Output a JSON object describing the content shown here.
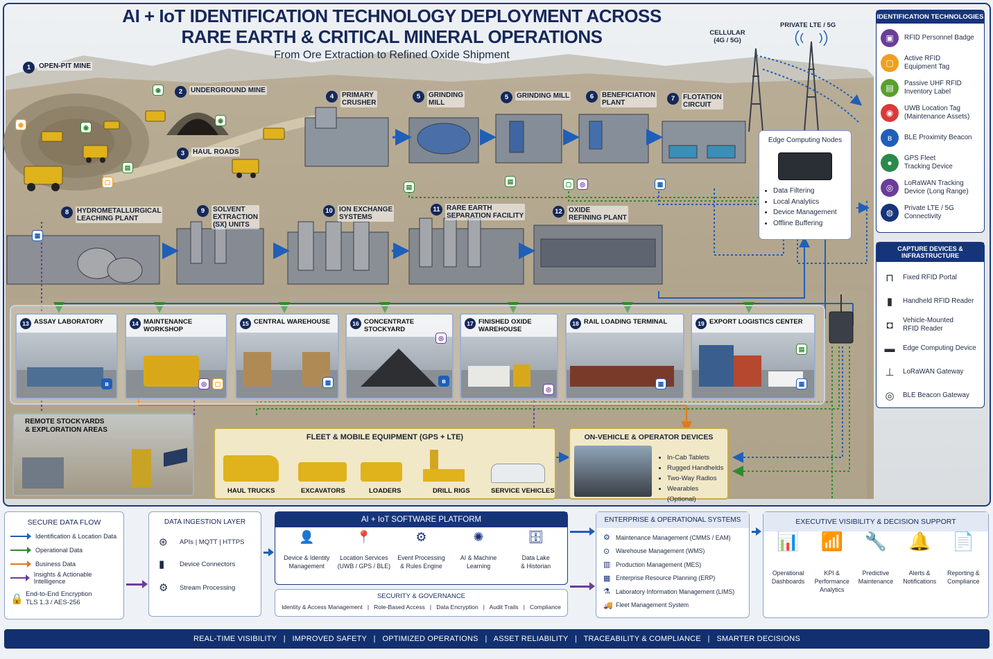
{
  "header": {
    "title_line1": "AI + IoT IDENTIFICATION TECHNOLOGY DEPLOYMENT ACROSS",
    "title_line2": "RARE EARTH & CRITICAL MINERAL OPERATIONS",
    "subtitle": "From Ore Extraction to Refined Oxide Shipment"
  },
  "connectivity": {
    "cellular_l1": "CELLULAR",
    "cellular_l2": "(4G / 5G)",
    "private": "PRIVATE LTE / 5G"
  },
  "edge": {
    "title": "Edge Computing Nodes",
    "items": [
      "Data Filtering",
      "Local Analytics",
      "Device Management",
      "Offline Buffering"
    ]
  },
  "stages": {
    "s1": {
      "num": "1",
      "l1": "OPEN-PIT MINE",
      "l2": ""
    },
    "s2": {
      "num": "2",
      "l1": "UNDERGROUND MINE",
      "l2": ""
    },
    "s3": {
      "num": "3",
      "l1": "HAUL ROADS",
      "l2": ""
    },
    "s4": {
      "num": "4",
      "l1": "PRIMARY",
      "l2": "CRUSHER"
    },
    "s5a": {
      "num": "5",
      "l1": "GRINDING",
      "l2": "MILL"
    },
    "s5b": {
      "num": "5",
      "l1": "GRINDING MILL",
      "l2": ""
    },
    "s6": {
      "num": "6",
      "l1": "BENEFICIATION",
      "l2": "PLANT"
    },
    "s7": {
      "num": "7",
      "l1": "FLOTATION",
      "l2": "CIRCUIT"
    },
    "s8": {
      "num": "8",
      "l1": "HYDROMETALLURGICAL",
      "l2": "LEACHING PLANT"
    },
    "s9": {
      "num": "9",
      "l1": "SOLVENT",
      "l2": "EXTRACTION",
      "l3": "(SX) UNITS"
    },
    "s10": {
      "num": "10",
      "l1": "ION EXCHANGE",
      "l2": "SYSTEMS"
    },
    "s11": {
      "num": "11",
      "l1": "RARE EARTH",
      "l2": "SEPARATION FACILITY"
    },
    "s12": {
      "num": "12",
      "l1": "OXIDE",
      "l2": "REFINING PLANT"
    }
  },
  "facilities": [
    {
      "num": "13",
      "l1": "ASSAY LABORATORY",
      "l2": ""
    },
    {
      "num": "14",
      "l1": "MAINTENANCE WORKSHOP",
      "l2": ""
    },
    {
      "num": "15",
      "l1": "CENTRAL WAREHOUSE",
      "l2": ""
    },
    {
      "num": "16",
      "l1": "CONCENTRATE",
      "l2": "STOCKYARD"
    },
    {
      "num": "17",
      "l1": "FINISHED OXIDE",
      "l2": "WAREHOUSE"
    },
    {
      "num": "18",
      "l1": "RAIL LOADING TERMINAL",
      "l2": ""
    },
    {
      "num": "19",
      "l1": "EXPORT LOGISTICS CENTER",
      "l2": ""
    }
  ],
  "remote": {
    "l1": "REMOTE STOCKYARDS",
    "l2": "& EXPLORATION AREAS"
  },
  "fleet": {
    "title": "FLEET & MOBILE EQUIPMENT (GPS + LTE)",
    "items": [
      "HAUL TRUCKS",
      "EXCAVATORS",
      "LOADERS",
      "DRILL RIGS",
      "SERVICE VEHICLES"
    ]
  },
  "onvehicle": {
    "title": "ON-VEHICLE & OPERATOR DEVICES",
    "items": [
      "In-Cab Tablets",
      "Rugged Handhelds",
      "Two-Way Radios",
      "Wearables (Optional)"
    ]
  },
  "id_tech": {
    "title": "IDENTIFICATION TECHNOLOGIES",
    "items": [
      {
        "l1": "RFID Personnel Badge",
        "l2": "",
        "color": "#6a3d9a",
        "glyph": "▣"
      },
      {
        "l1": "Active RFID",
        "l2": "Equipment Tag",
        "color": "#f0a020",
        "glyph": "▢"
      },
      {
        "l1": "Passive UHF RFID",
        "l2": "Inventory Label",
        "color": "#5aa02c",
        "glyph": "▤"
      },
      {
        "l1": "UWB Location Tag",
        "l2": "(Maintenance Assets)",
        "color": "#d93a3a",
        "glyph": "◉"
      },
      {
        "l1": "BLE Proximity Beacon",
        "l2": "",
        "color": "#1f5fb8",
        "glyph": "ʙ"
      },
      {
        "l1": "GPS Fleet",
        "l2": "Tracking Device",
        "color": "#2a8a4a",
        "glyph": "●"
      },
      {
        "l1": "LoRaWAN Tracking",
        "l2": "Device (Long Range)",
        "color": "#6a3d9a",
        "glyph": "◎"
      },
      {
        "l1": "Private LTE / 5G",
        "l2": "Connectivity",
        "color": "#16347a",
        "glyph": "◍"
      }
    ]
  },
  "capture": {
    "title": "CAPTURE DEVICES & INFRASTRUCTURE",
    "items": [
      {
        "l1": "Fixed RFID Portal",
        "l2": "",
        "glyph": "⊓"
      },
      {
        "l1": "Handheld RFID Reader",
        "l2": "",
        "glyph": "▮"
      },
      {
        "l1": "Vehicle-Mounted",
        "l2": "RFID Reader",
        "glyph": "◘"
      },
      {
        "l1": "Edge Computing Device",
        "l2": "",
        "glyph": "▬"
      },
      {
        "l1": "LoRaWAN Gateway",
        "l2": "",
        "glyph": "⊥"
      },
      {
        "l1": "BLE Beacon Gateway",
        "l2": "",
        "glyph": "◎"
      }
    ]
  },
  "data_flow": {
    "title": "SECURE DATA FLOW",
    "items": [
      {
        "label": "Identification & Location Data",
        "color": "#1f5fb8"
      },
      {
        "label": "Operational Data",
        "color": "#2f8a2f"
      },
      {
        "label": "Business Data",
        "color": "#e07a1a"
      },
      {
        "label": "Insights & Actionable Intelligence",
        "color": "#6a3d9a"
      }
    ],
    "enc_l1": "End-to-End Encryption",
    "enc_l2": "TLS 1.3 / AES-256"
  },
  "ingestion": {
    "title": "DATA INGESTION LAYER",
    "items": [
      "APIs  |  MQTT  |  HTTPS",
      "Device Connectors",
      "Stream Processing"
    ]
  },
  "platform": {
    "title": "AI + IoT SOFTWARE PLATFORM",
    "modules": [
      {
        "l1": "Device & Identity",
        "l2": "Management"
      },
      {
        "l1": "Location Services",
        "l2": "(UWB / GPS / BLE)"
      },
      {
        "l1": "Event Processing",
        "l2": "& Rules Engine"
      },
      {
        "l1": "AI & Machine",
        "l2": "Learning"
      },
      {
        "l1": "Data Lake",
        "l2": "& Historian"
      }
    ],
    "security_title": "SECURITY & GOVERNANCE",
    "security_items": "Identity & Access Management   |   Role-Based Access   |   Data Encryption   |   Audit Trails   |   Compliance"
  },
  "enterprise": {
    "title": "ENTERPRISE & OPERATIONAL SYSTEMS",
    "items": [
      "Maintenance Management (CMMS / EAM)",
      "Warehouse Management (WMS)",
      "Production Management (MES)",
      "Enterprise Resource Planning (ERP)",
      "Laboratory Information Management (LIMS)",
      "Fleet Management System"
    ]
  },
  "executive": {
    "title": "EXECUTIVE VISIBILITY & DECISION SUPPORT",
    "items": [
      {
        "l1": "Operational",
        "l2": "Dashboards"
      },
      {
        "l1": "KPI & Performance",
        "l2": "Analytics"
      },
      {
        "l1": "Predictive",
        "l2": "Maintenance"
      },
      {
        "l1": "Alerts &",
        "l2": "Notifications"
      },
      {
        "l1": "Reporting &",
        "l2": "Compliance"
      }
    ]
  },
  "benefits": "REAL-TIME VISIBILITY   |   IMPROVED SAFETY   |   OPTIMIZED OPERATIONS   |   ASSET RELIABILITY   |   TRACEABILITY & COMPLIANCE   |   SMARTER DECISIONS",
  "colors": {
    "navy": "#16347a",
    "blue": "#1f5fb8",
    "green": "#2f8a2f",
    "orange": "#e07a1a",
    "purple": "#6a3d9a"
  }
}
